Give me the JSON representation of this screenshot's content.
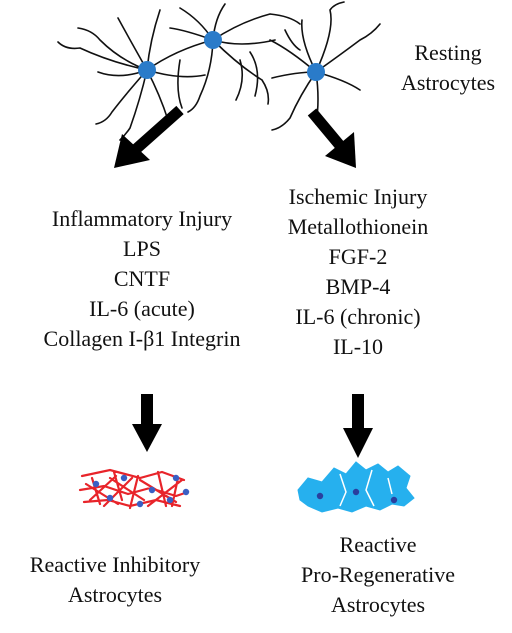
{
  "resting": {
    "lines": [
      "Resting",
      "Astrocytes"
    ]
  },
  "left_pathway": {
    "stimuli": [
      "Inflammatory Injury",
      "LPS",
      "CNTF",
      "IL-6 (acute)",
      "Collagen I-β1 Integrin"
    ],
    "result": [
      "Reactive Inhibitory",
      "Astrocytes"
    ]
  },
  "right_pathway": {
    "stimuli": [
      "Ischemic Injury",
      "Metallothionein",
      "FGF-2",
      "BMP-4",
      "IL-6 (chronic)",
      "IL-10"
    ],
    "result": [
      "Reactive",
      "Pro-Regenerative",
      "Astrocytes"
    ]
  },
  "colors": {
    "nucleus": "#2a7bc9",
    "inhibitory": "#e8242a",
    "regenerative": "#26b0ee",
    "arrow": "#000000"
  }
}
